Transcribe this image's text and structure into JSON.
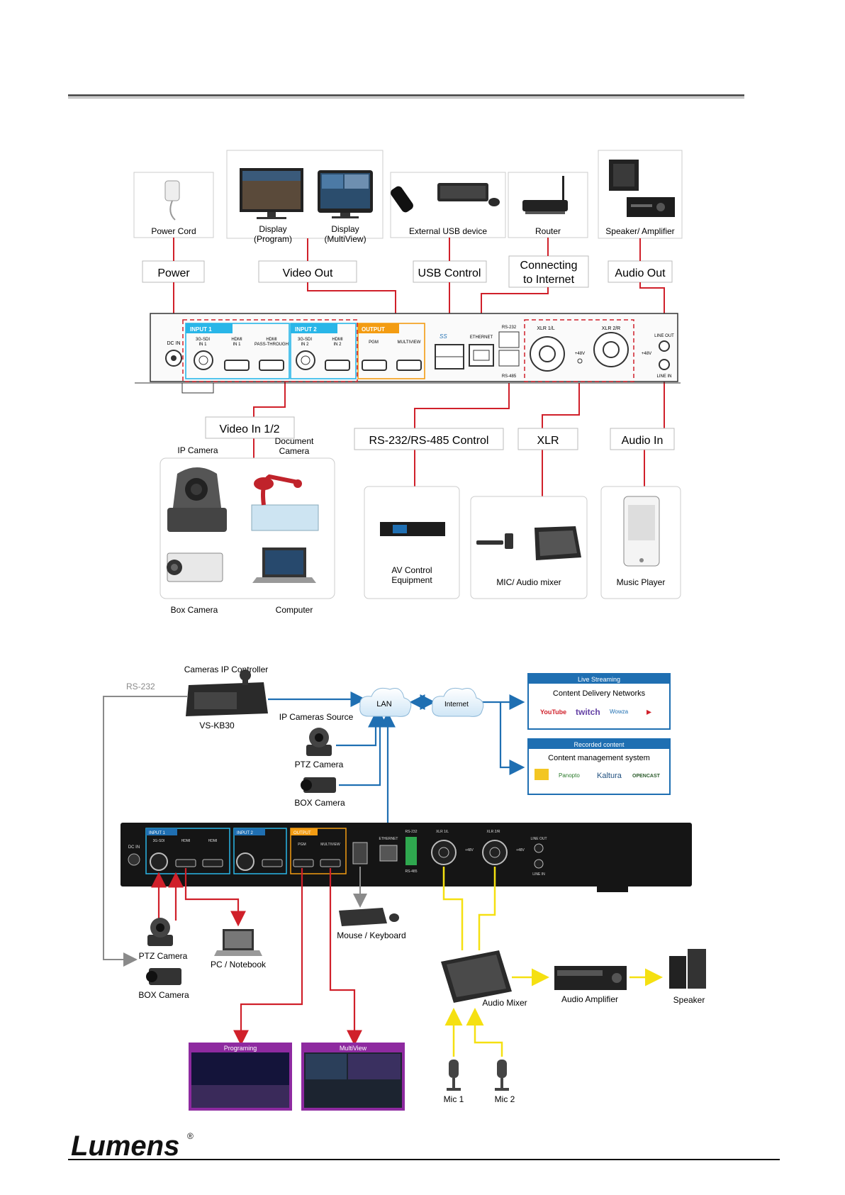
{
  "colors": {
    "red": "#d0202a",
    "blue": "#1f6fb2",
    "yellow": "#f5e011",
    "gray": "#8a8a8a",
    "cyan": "#29b6e8",
    "orange": "#f39c12",
    "purple": "#8e2aa0",
    "dark": "#1b1b1b"
  },
  "top": {
    "devices": {
      "power_cord": "Power  Cord",
      "display_program_1": "Display",
      "display_program_2": "(Program)",
      "display_multiview_1": "Display",
      "display_multiview_2": "(MultiView)",
      "usb_device": "External USB device",
      "router": "Router",
      "speaker_amp": "Speaker/ Amplifier"
    },
    "labels": {
      "power": "Power",
      "video_out": "Video Out",
      "usb_control": "USB Control",
      "internet_1": "Connecting",
      "internet_2": "to Internet",
      "audio_out": "Audio Out",
      "video_in": "Video In 1/2",
      "rs_control": "RS-232/RS-485 Control",
      "xlr": "XLR",
      "audio_in": "Audio In"
    },
    "panel": {
      "dc_in": "DC IN",
      "input1": "INPUT 1",
      "input2": "INPUT 2",
      "output": "OUTPUT",
      "sdi_in1_a": "3G-SDI",
      "sdi_in1_b": "IN 1",
      "hdmi_in1_a": "HDMI",
      "hdmi_in1_b": "IN 1",
      "hdmi_pass_a": "HDMI",
      "hdmi_pass_b": "PASS-THROUGH",
      "sdi_in2_a": "3G-SDI",
      "sdi_in2_b": "IN 2",
      "hdmi_in2_a": "HDMI",
      "hdmi_in2_b": "IN 2",
      "pgm": "PGM",
      "multiview": "MULTIVIEW",
      "usb_logo": "SS",
      "ethernet": "ETHERNET",
      "rs232": "RS-232",
      "rs485": "RS-485",
      "xlr1": "XLR 1/L",
      "xlr2": "XLR 2/R",
      "p48v": "+48V",
      "line_out": "LINE OUT",
      "line_in": "LINE IN"
    },
    "sources": {
      "ip_camera": "IP Camera",
      "doc_camera_1": "Document",
      "doc_camera_2": "Camera",
      "box_camera": "Box  Camera",
      "computer": "Computer"
    },
    "peripherals": {
      "av_control_1": "AV Control",
      "av_control_2": "Equipment",
      "mic_mixer": "MIC/ Audio mixer",
      "music_player": "Music Player"
    }
  },
  "bottom": {
    "rs232": "RS-232",
    "cameras_ip_controller": "Cameras IP Controller",
    "vs_kb30": "VS-KB30",
    "ip_cameras_source": "IP Cameras Source",
    "ptz_camera_top": "PTZ Camera",
    "box_camera_top": "BOX Camera",
    "lan": "LAN",
    "internet": "Internet",
    "live_streaming": "Live Streaming",
    "cdn": "Content Delivery Networks",
    "cdn_logos": [
      "YouTube",
      "twitch",
      "Wowza",
      "▸"
    ],
    "recorded_content": "Recorded content",
    "cms": "Content management system",
    "cms_logos": [
      "Panopto",
      "Kaltura",
      "OPENCAST"
    ],
    "ptz_camera_bottom": "PTZ Camera",
    "box_camera_bottom": "BOX Camera",
    "pc_notebook": "PC / Notebook",
    "mouse_keyboard": "Mouse / Keyboard",
    "audio_mixer": "Audio Mixer",
    "audio_amplifier": "Audio Amplifier",
    "speaker": "Speaker",
    "mic1": "Mic 1",
    "mic2": "Mic 2",
    "programing": "Programing",
    "multiview": "MultiView"
  },
  "footer": {
    "brand": "Lumens",
    "reg": "®"
  }
}
